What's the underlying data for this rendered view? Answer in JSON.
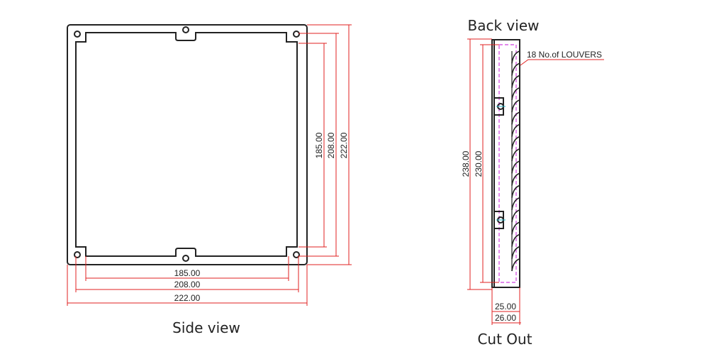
{
  "side_view": {
    "title": "Side view",
    "dims_horizontal": [
      "185.00",
      "208.00",
      "222.00"
    ],
    "dims_vertical": [
      "185.00",
      "208.00",
      "222.00"
    ]
  },
  "back_view": {
    "title": "Back view",
    "louver_note": "18 No.of LOUVERS",
    "louver_count": 18,
    "dims_vertical": [
      "238.00",
      "230.00"
    ],
    "dims_horizontal": [
      "25.00",
      "26.00"
    ]
  },
  "cut_out": {
    "title": "Cut Out"
  },
  "colors": {
    "outline": "#222222",
    "dimension": "#e02020",
    "hidden_line": "#d040e0",
    "centre": "#20b0c0"
  }
}
